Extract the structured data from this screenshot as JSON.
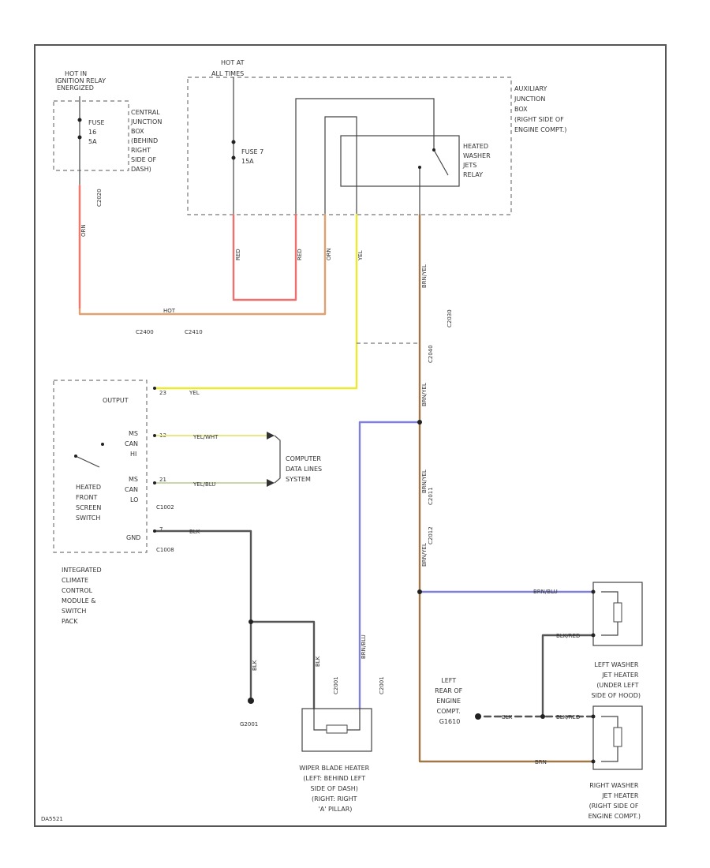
{
  "labels": {
    "hot_ignition": [
      "HOT IN",
      "IGNITION RELAY",
      "ENERGIZED"
    ],
    "hot_all_times": [
      "HOT AT",
      "ALL TIMES"
    ],
    "central_jb": [
      "CENTRAL",
      "JUNCTION",
      "BOX",
      "(BEHIND",
      "RIGHT",
      "SIDE OF",
      "DASH)"
    ],
    "aux_jb": [
      "AUXILIARY",
      "JUNCTION",
      "BOX",
      "(RIGHT SIDE OF",
      "ENGINE COMPT.)"
    ],
    "heated_washer_relay": [
      "HEATED",
      "WASHER",
      "JETS",
      "RELAY"
    ],
    "fuse_16": [
      "FUSE",
      "16",
      "5A"
    ],
    "fuse_7": [
      "FUSE 7",
      "15A"
    ],
    "output": "OUTPUT",
    "ms_can_hi": [
      "MS",
      "CAN",
      "HI"
    ],
    "ms_can_lo": [
      "MS",
      "CAN",
      "LO"
    ],
    "gnd": "GND",
    "heated_switch": [
      "HEATED",
      "FRONT",
      "SCREEN",
      "SWITCH"
    ],
    "icc_module": [
      "INTEGRATED",
      "CLIMATE",
      "CONTROL",
      "MODULE &",
      "SWITCH",
      "PACK"
    ],
    "computer_data": [
      "COMPUTER",
      "DATA LINES",
      "SYSTEM"
    ],
    "wiper_heater": [
      "WIPER BLADE HEATER",
      "(LEFT: BEHIND LEFT",
      "SIDE OF DASH)",
      "(RIGHT: RIGHT",
      "'A' PILLAR)"
    ],
    "left_washer_heater": [
      "LEFT WASHER",
      "JET HEATER",
      "(UNDER LEFT",
      "SIDE OF HOOD)"
    ],
    "right_washer_heater": [
      "RIGHT WASHER",
      "JET HEATER",
      "(RIGHT SIDE OF",
      "ENGINE COMPT.)"
    ],
    "ground_point": [
      "LEFT",
      "REAR OF",
      "ENGINE",
      "COMPT.",
      "G1610"
    ],
    "ground_c2001": "G2001",
    "footer_code": "DA5521"
  },
  "wires": {
    "orn": "ORN",
    "hot": "HOT",
    "red": "RED",
    "yel": "YEL",
    "yel_wht": "YEL/WHT",
    "yel_blu": "YEL/BLU",
    "blk": "BLK",
    "blk_red": "BLK/RED",
    "brn_yel": "BRN/YEL",
    "brn_blu": "BRN/BLU",
    "brn": "BRN"
  },
  "connectors": {
    "c2020": "C2020",
    "c2400": "C2400",
    "c2410": "C2410",
    "c2030": "C2030",
    "c2040": "C2040",
    "c1002": "C1002",
    "c1008": "C1008",
    "c2001": "C2001",
    "c2011": "C2011",
    "c2012": "C2012",
    "pin_23": "23",
    "pin_13": "13",
    "pin_21": "21",
    "pin_7": "7"
  },
  "colors": {
    "red_wire": "#f07070",
    "orange_wire": "#e0a070",
    "yellow_wire": "#eaea30",
    "brown_wire": "#a07848",
    "blue_wire": "#8080d8",
    "black_wire": "#555555"
  }
}
